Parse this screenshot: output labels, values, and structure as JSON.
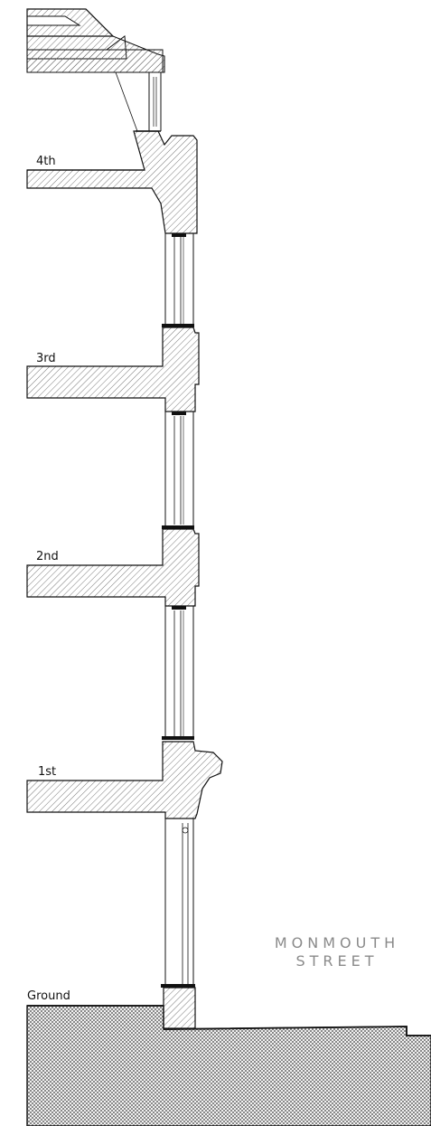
{
  "levels": {
    "fourth": "4th",
    "third": "3rd",
    "second": "2nd",
    "first": "1st",
    "ground": "Ground"
  },
  "street": {
    "line1": "MONMOUTH",
    "line2": "STREET"
  },
  "colors": {
    "line": "#111111",
    "hatch": "#555555",
    "ground_hatch": "#444444",
    "street_text": "#8a8a8a"
  }
}
